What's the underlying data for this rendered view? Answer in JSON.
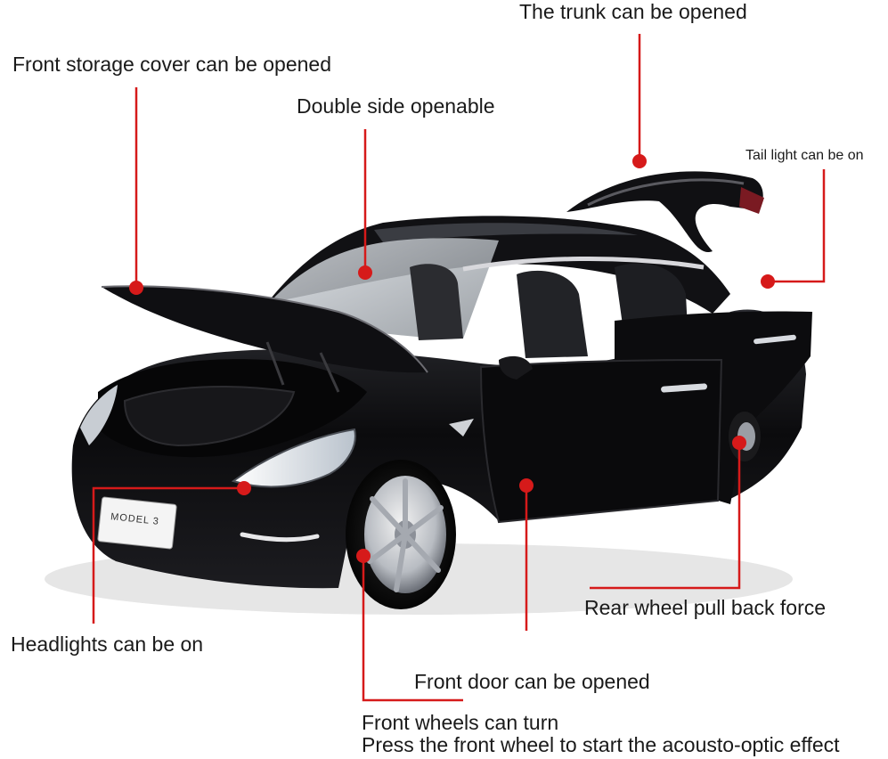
{
  "labels": {
    "trunk": "The trunk can be opened",
    "front_storage": "Front storage cover can be opened",
    "double_side": "Double side openable",
    "tail_light": "Tail light can be on",
    "headlights": "Headlights can be on",
    "rear_wheel": "Rear wheel pull back force",
    "front_door": "Front door can be opened",
    "front_wheels_line1": "Front wheels can turn",
    "front_wheels_line2": "Press the front wheel to start the acousto-optic effect"
  },
  "car": {
    "plate_text": "MODEL 3"
  },
  "colors": {
    "callout": "#d61a1a",
    "car_body": "#0d0d0f",
    "background": "#ffffff"
  }
}
